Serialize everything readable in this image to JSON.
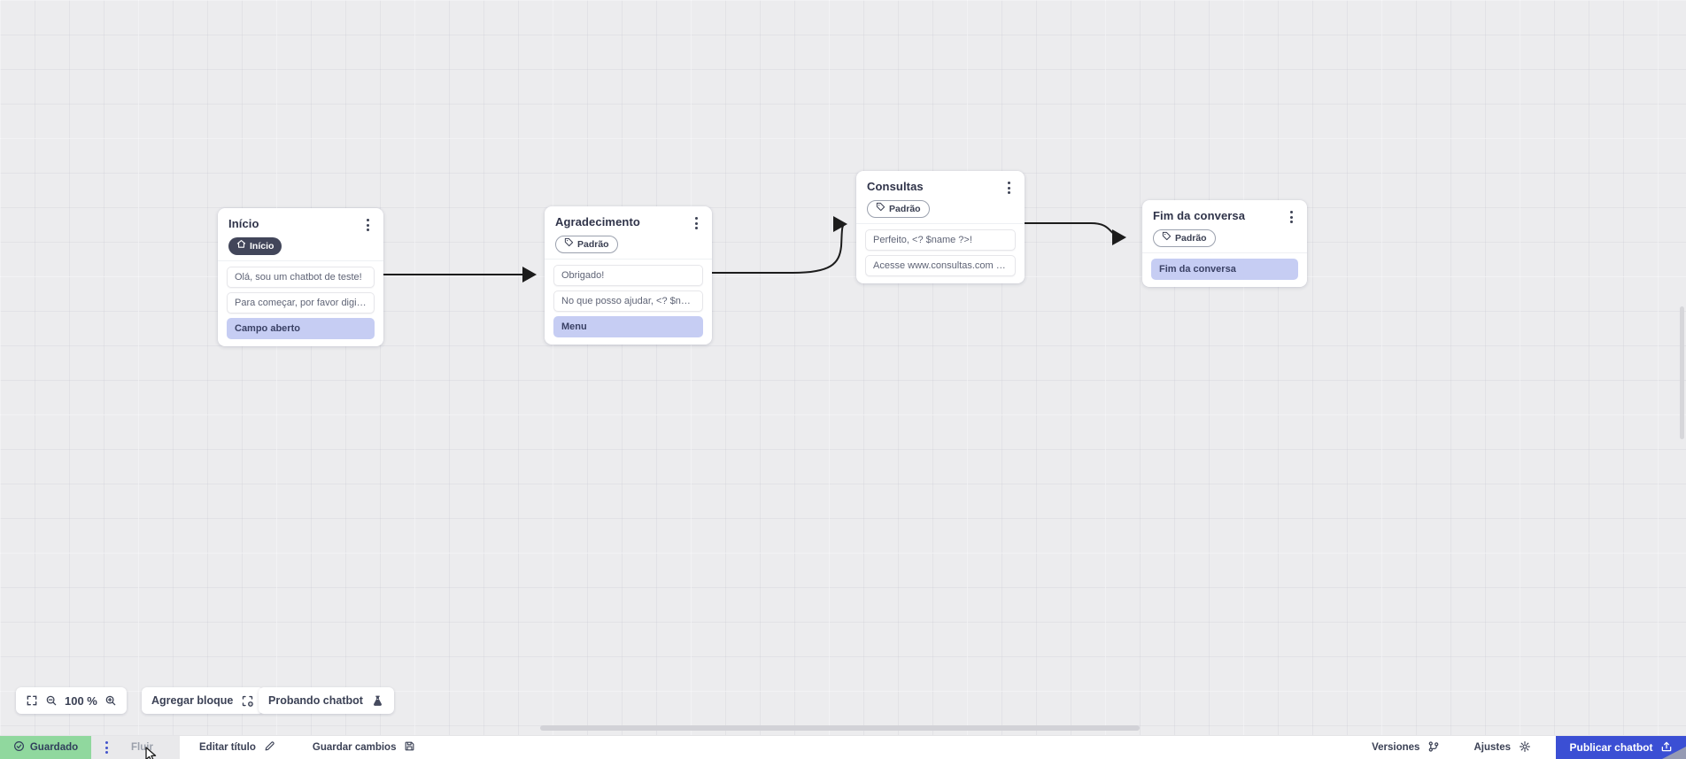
{
  "canvas": {
    "zoom_percent": "100 %",
    "nodes": [
      {
        "title": "Início",
        "badge": "Início",
        "badge_icon": "home-icon",
        "items": [
          "Olá, sou um chatbot de teste!",
          "Para começar, por favor digite o ...",
          "Campo aberto"
        ]
      },
      {
        "title": "Agradecimento",
        "badge": "Padrão",
        "badge_icon": "tag-icon",
        "items": [
          "Obrigado!",
          "No que posso ajudar, <? $name ...",
          "Menu"
        ]
      },
      {
        "title": "Consultas",
        "badge": "Padrão",
        "badge_icon": "tag-icon",
        "items": [
          "Perfeito, <? $name ?>!",
          "Acesse www.consultas.com par..."
        ]
      },
      {
        "title": "Fim da conversa",
        "badge": "Padrão",
        "badge_icon": "tag-icon",
        "items": [
          "Fim da conversa"
        ]
      }
    ]
  },
  "toolbar": {
    "add_block_label": "Agregar bloque",
    "test_chatbot_label": "Probando chatbot"
  },
  "statusbar": {
    "saved_label": "Guardado",
    "flow_tab_label": "Fluir",
    "edit_title_label": "Editar título",
    "save_changes_label": "Guardar cambios",
    "versions_label": "Versiones",
    "settings_label": "Ajustes",
    "publish_label": "Publicar chatbot"
  },
  "colors": {
    "publish_blue": "#3b4fd4",
    "saved_green": "#90d89e",
    "highlight_purple": "#c6cdf3",
    "badge_dark": "#42465a",
    "arrow": "#1c1c1c"
  }
}
